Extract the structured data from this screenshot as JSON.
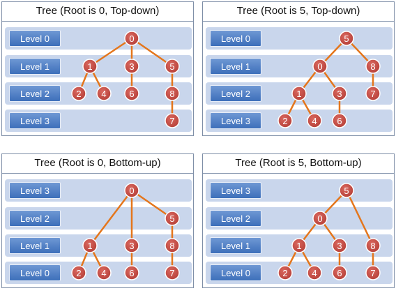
{
  "colors": {
    "edge": "#e4761c",
    "node_fill": "#b8423b",
    "node_ring": "#ffffff",
    "band": "#c9d6ec",
    "label_bg": "#4a7cc3"
  },
  "panels": [
    {
      "title": "Tree (Root is 0, Top-down)",
      "levels": [
        "Level 0",
        "Level 1",
        "Level 2",
        "Level 3"
      ],
      "nodes": [
        {
          "id": "0",
          "level": 0
        },
        {
          "id": "1",
          "level": 1
        },
        {
          "id": "3",
          "level": 1
        },
        {
          "id": "5",
          "level": 1
        },
        {
          "id": "2",
          "level": 2
        },
        {
          "id": "4",
          "level": 2
        },
        {
          "id": "6",
          "level": 2
        },
        {
          "id": "8",
          "level": 2
        },
        {
          "id": "7",
          "level": 3
        }
      ],
      "edges": [
        [
          "0",
          "1"
        ],
        [
          "0",
          "3"
        ],
        [
          "0",
          "5"
        ],
        [
          "1",
          "2"
        ],
        [
          "1",
          "4"
        ],
        [
          "3",
          "6"
        ],
        [
          "5",
          "8"
        ],
        [
          "8",
          "7"
        ]
      ]
    },
    {
      "title": "Tree (Root is 5, Top-down)",
      "levels": [
        "Level 0",
        "Level 1",
        "Level 2",
        "Level 3"
      ],
      "nodes": [
        {
          "id": "5",
          "level": 0
        },
        {
          "id": "0",
          "level": 1
        },
        {
          "id": "8",
          "level": 1
        },
        {
          "id": "1",
          "level": 2
        },
        {
          "id": "3",
          "level": 2
        },
        {
          "id": "7",
          "level": 2
        },
        {
          "id": "2",
          "level": 3
        },
        {
          "id": "4",
          "level": 3
        },
        {
          "id": "6",
          "level": 3
        }
      ],
      "edges": [
        [
          "5",
          "0"
        ],
        [
          "5",
          "8"
        ],
        [
          "0",
          "1"
        ],
        [
          "0",
          "3"
        ],
        [
          "8",
          "7"
        ],
        [
          "1",
          "2"
        ],
        [
          "1",
          "4"
        ],
        [
          "3",
          "6"
        ]
      ]
    },
    {
      "title": "Tree (Root is 0, Bottom-up)",
      "levels": [
        "Level 3",
        "Level 2",
        "Level 1",
        "Level 0"
      ],
      "nodes": [
        {
          "id": "0",
          "level": 3
        },
        {
          "id": "5",
          "level": 2
        },
        {
          "id": "1",
          "level": 1
        },
        {
          "id": "3",
          "level": 1
        },
        {
          "id": "8",
          "level": 1
        },
        {
          "id": "2",
          "level": 0
        },
        {
          "id": "4",
          "level": 0
        },
        {
          "id": "6",
          "level": 0
        },
        {
          "id": "7",
          "level": 0
        }
      ],
      "edges": [
        [
          "0",
          "1"
        ],
        [
          "0",
          "3"
        ],
        [
          "0",
          "5"
        ],
        [
          "5",
          "8"
        ],
        [
          "1",
          "2"
        ],
        [
          "1",
          "4"
        ],
        [
          "3",
          "6"
        ],
        [
          "8",
          "7"
        ]
      ]
    },
    {
      "title": "Tree (Root is 5, Bottom-up)",
      "levels": [
        "Level 3",
        "Level 2",
        "Level 1",
        "Level 0"
      ],
      "nodes": [
        {
          "id": "5",
          "level": 3
        },
        {
          "id": "0",
          "level": 2
        },
        {
          "id": "1",
          "level": 1
        },
        {
          "id": "3",
          "level": 1
        },
        {
          "id": "8",
          "level": 1
        },
        {
          "id": "2",
          "level": 0
        },
        {
          "id": "4",
          "level": 0
        },
        {
          "id": "6",
          "level": 0
        },
        {
          "id": "7",
          "level": 0
        }
      ],
      "edges": [
        [
          "5",
          "0"
        ],
        [
          "5",
          "8"
        ],
        [
          "0",
          "1"
        ],
        [
          "0",
          "3"
        ],
        [
          "1",
          "2"
        ],
        [
          "1",
          "4"
        ],
        [
          "3",
          "6"
        ],
        [
          "8",
          "7"
        ]
      ]
    }
  ]
}
